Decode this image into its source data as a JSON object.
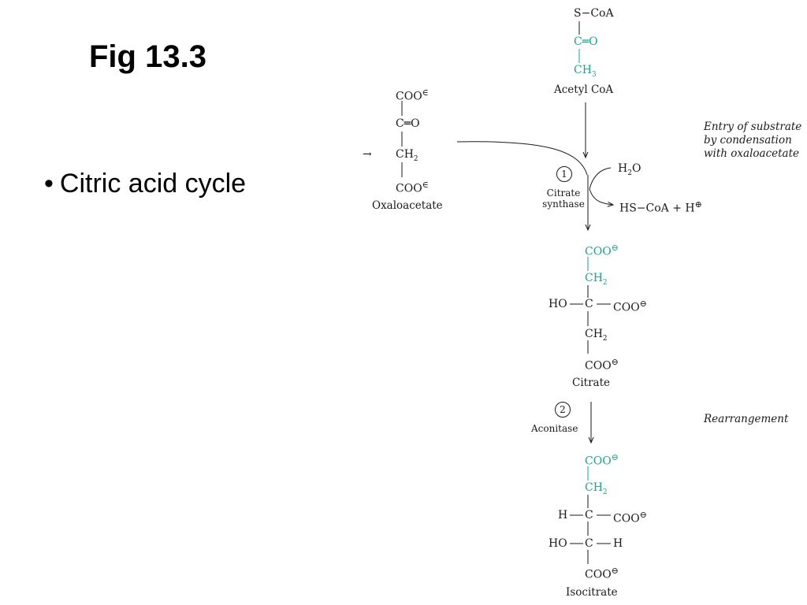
{
  "slide": {
    "title": "Fig 13.3",
    "bullet": "Citric acid cycle"
  },
  "colors": {
    "highlight": "#1aa38f",
    "ink": "#1a1a1a"
  },
  "acetyl_coa": {
    "line1": "S−CoA",
    "line2": "C═O",
    "line3": "CH",
    "line3_sub": "3",
    "name": "Acetyl CoA"
  },
  "oxaloacetate": {
    "line1": "COO",
    "line2": "C═O",
    "line3": "CH",
    "line3_sub": "2",
    "line4": "COO",
    "name": "Oxaloacetate",
    "incoming_arrow": "→"
  },
  "step1": {
    "number": "1",
    "enzyme_line1": "Citrate",
    "enzyme_line2": "synthase",
    "input_prefix": "H",
    "input_sub": "2",
    "input_suffix": "O",
    "output": "HS−CoA + H",
    "note_line1": "Entry of substrate",
    "note_line2": "by condensation",
    "note_line3": "with oxaloacetate"
  },
  "citrate": {
    "line1": "COO",
    "line2": "CH",
    "line2_sub": "2",
    "line3_left": "HO",
    "line3_center": "C",
    "line3_right": "COO",
    "line4": "CH",
    "line4_sub": "2",
    "line5": "COO",
    "name": "Citrate"
  },
  "step2": {
    "number": "2",
    "enzyme": "Aconitase",
    "note": "Rearrangement"
  },
  "isocitrate": {
    "line1": "COO",
    "line2": "CH",
    "line2_sub": "2",
    "line3_left": "H",
    "line3_center": "C",
    "line3_right": "COO",
    "line4_left": "HO",
    "line4_center": "C",
    "line4_right": "H",
    "line5": "COO",
    "name": "Isocitrate"
  },
  "symbols": {
    "minus": "⊖",
    "plus": "⊕",
    "minus_small": "∈"
  }
}
